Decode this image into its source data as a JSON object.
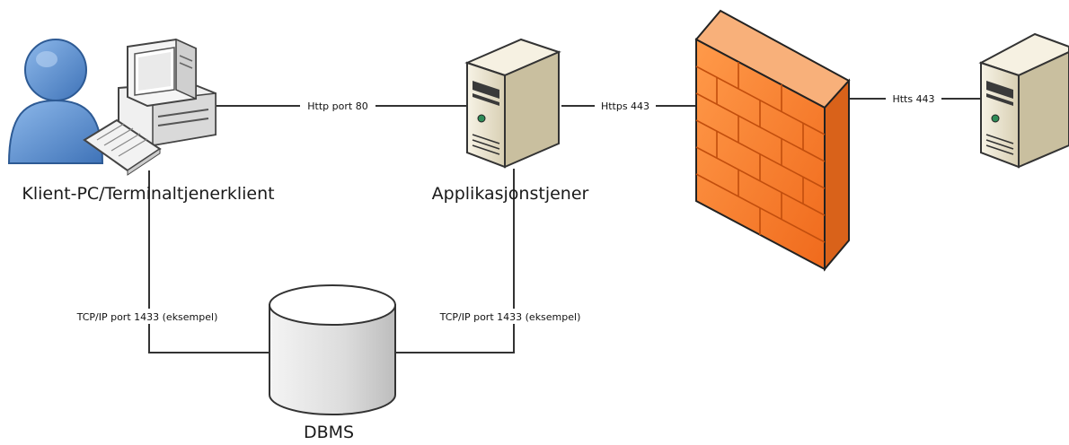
{
  "nodes": {
    "client": {
      "label": "Klient-PC/Terminaltjenerklient"
    },
    "app_server": {
      "label": "Applikasjonstjener"
    },
    "firewall": {
      "label": ""
    },
    "remote_server": {
      "label": ""
    },
    "dbms": {
      "label": "DBMS"
    }
  },
  "edges": {
    "client_app": {
      "label": "Http port 80"
    },
    "app_firewall": {
      "label": "Https 443"
    },
    "firewall_remote": {
      "label": "Htts 443"
    },
    "client_dbms": {
      "label": "TCP/IP port 1433 (eksempel)"
    },
    "app_dbms": {
      "label": "TCP/IP port 1433 (eksempel)"
    }
  },
  "icons": {
    "user": "user-icon",
    "computer": "desktop-computer-icon",
    "keyboard": "keyboard-icon",
    "server": "server-tower-icon",
    "firewall": "firewall-brick-wall-icon",
    "database": "database-cylinder-icon"
  },
  "colors": {
    "user_fill": "#5b8fd0",
    "firewall_fill": "#f47a2a",
    "server_fill": "#efe9d6",
    "db_fill": "#e4e4e4",
    "connector": "#333333"
  }
}
